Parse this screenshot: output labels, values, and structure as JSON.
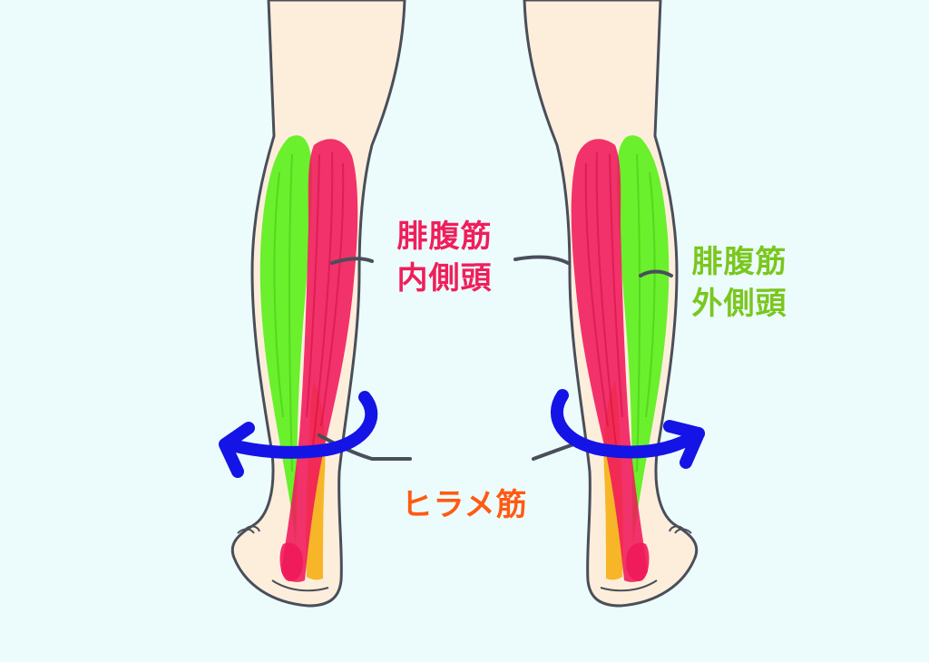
{
  "labels": {
    "medial_head": {
      "line1": "腓腹筋",
      "line2": "内側頭",
      "color": "#f01e5a"
    },
    "lateral_head": {
      "line1": "腓腹筋",
      "line2": "外側頭",
      "color": "#7ac71e"
    },
    "soleus": {
      "text": "ヒラメ筋",
      "color": "#ff5a14"
    }
  },
  "colors": {
    "background": "#ecfcfc",
    "skin": "#fdeedc",
    "outline": "#4a4e5a",
    "gastrocnemius_medial": "#f0185a",
    "gastrocnemius_lateral": "#5aef1a",
    "soleus": "#f7b21c",
    "arrow": "#1414e6",
    "leader_line": "#4a4e5a"
  },
  "arrows": {
    "left_leg": "arrow-curved-left-icon",
    "right_leg": "arrow-curved-right-icon"
  }
}
